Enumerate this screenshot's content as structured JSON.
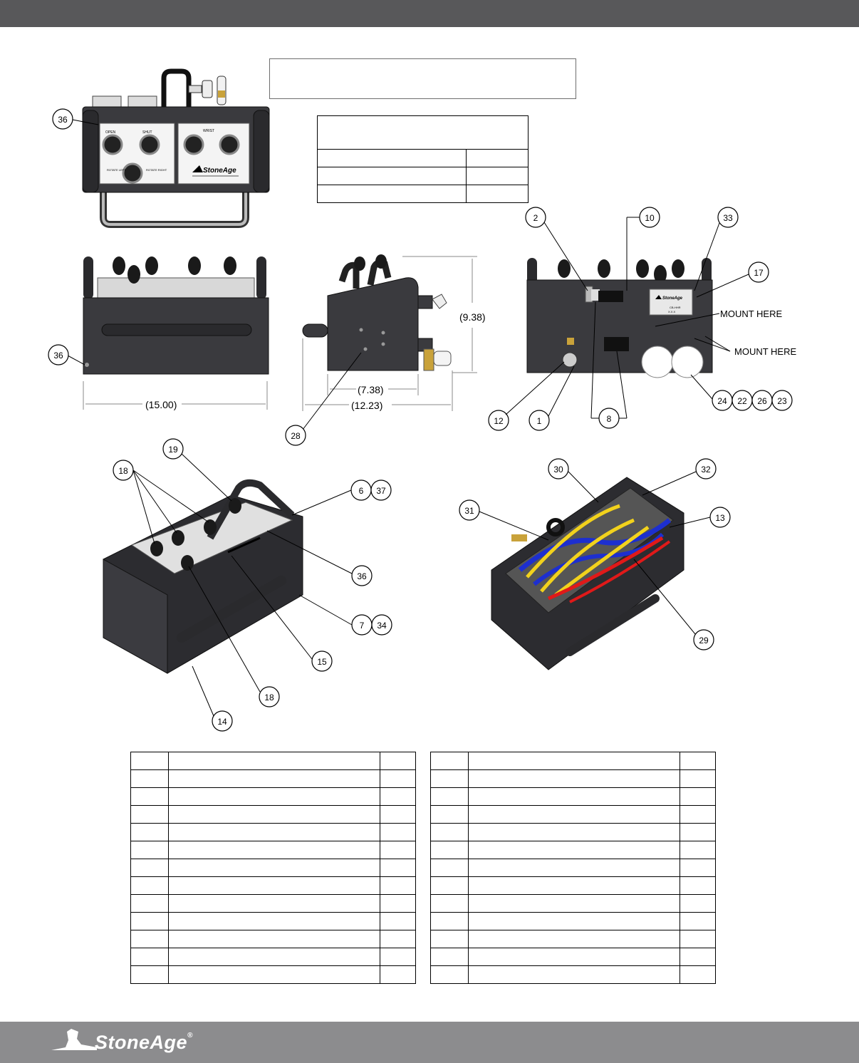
{
  "brand": {
    "name": "StoneAge",
    "mark": "®"
  },
  "panel": {
    "labels": {
      "open": "OPEN",
      "shut": "SHUT",
      "wrist": "WRIST",
      "rotate_left": "ROTATE LEFT",
      "rotate_right": "ROTATE RIGHT",
      "model": "CB-HHR",
      "rev": "X.X.X"
    }
  },
  "dimensions": {
    "width": "15.00",
    "depth_inner": "7.38",
    "depth_overall": "12.23",
    "height": "9.38"
  },
  "mount_notes": [
    "MOUNT HERE",
    "MOUNT HERE"
  ],
  "callouts": {
    "front_left_top": "36",
    "front_left_side": "36",
    "side_28": "28",
    "back": [
      "2",
      "10",
      "33",
      "17",
      "12",
      "1",
      "8",
      "24",
      "22",
      "26",
      "23"
    ],
    "iso_left": [
      "19",
      "18",
      "6",
      "37",
      "36",
      "7",
      "34",
      "15",
      "18",
      "14"
    ],
    "iso_right": [
      "30",
      "32",
      "31",
      "13",
      "29"
    ]
  },
  "colors": {
    "topbar": "#58585a",
    "footer": "#8c8c8e",
    "hose_blue": "#1d2fcf",
    "hose_yellow": "#f2d21c",
    "hose_red": "#e01919",
    "body": "#3a3a3e"
  }
}
